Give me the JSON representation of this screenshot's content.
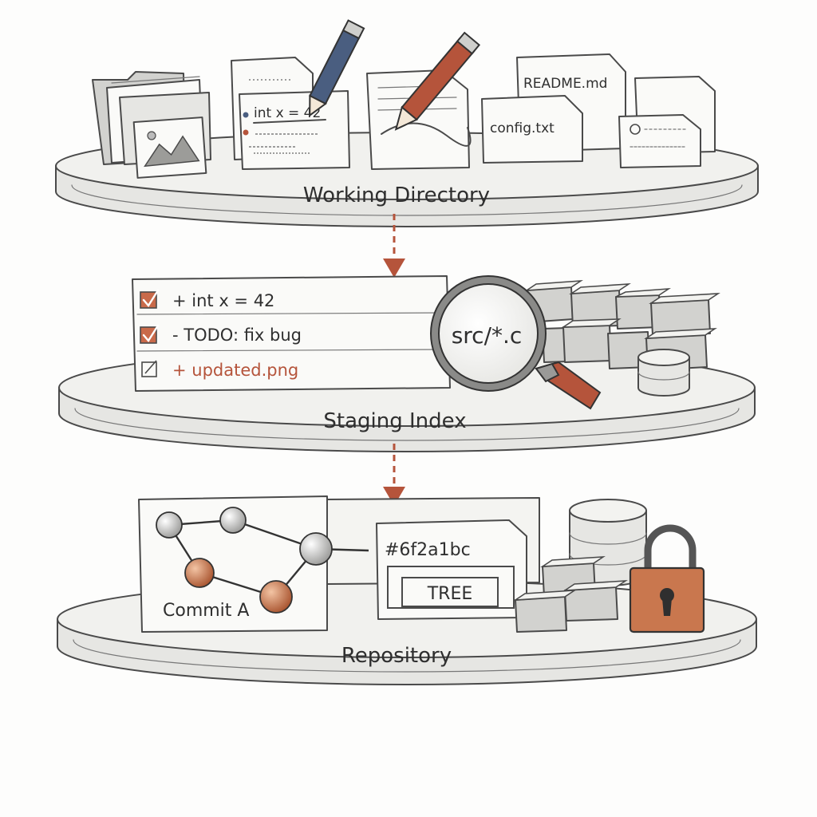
{
  "diagram": {
    "levels": {
      "working": {
        "label": "Working Directory"
      },
      "staging": {
        "label": "Staging Index"
      },
      "repository": {
        "label": "Repository"
      }
    },
    "working_files": {
      "code_snippet": "int x = 42",
      "readme": "README.md",
      "config": "config.txt"
    },
    "staging_items": [
      {
        "text": "+ int x = 42",
        "checked": true
      },
      {
        "text": "- TODO: fix bug",
        "checked": true
      },
      {
        "text": "+ updated.png",
        "checked": false
      }
    ],
    "magnifier_text": "src/*.c",
    "commit": {
      "label": "Commit A",
      "hash": "#6f2a1bc",
      "tree": "TREE"
    },
    "colors": {
      "accent": "#b5543b",
      "pencil_blue": "#4a5e80",
      "ink": "#2f2f2f",
      "lock": "#c9774e"
    }
  }
}
